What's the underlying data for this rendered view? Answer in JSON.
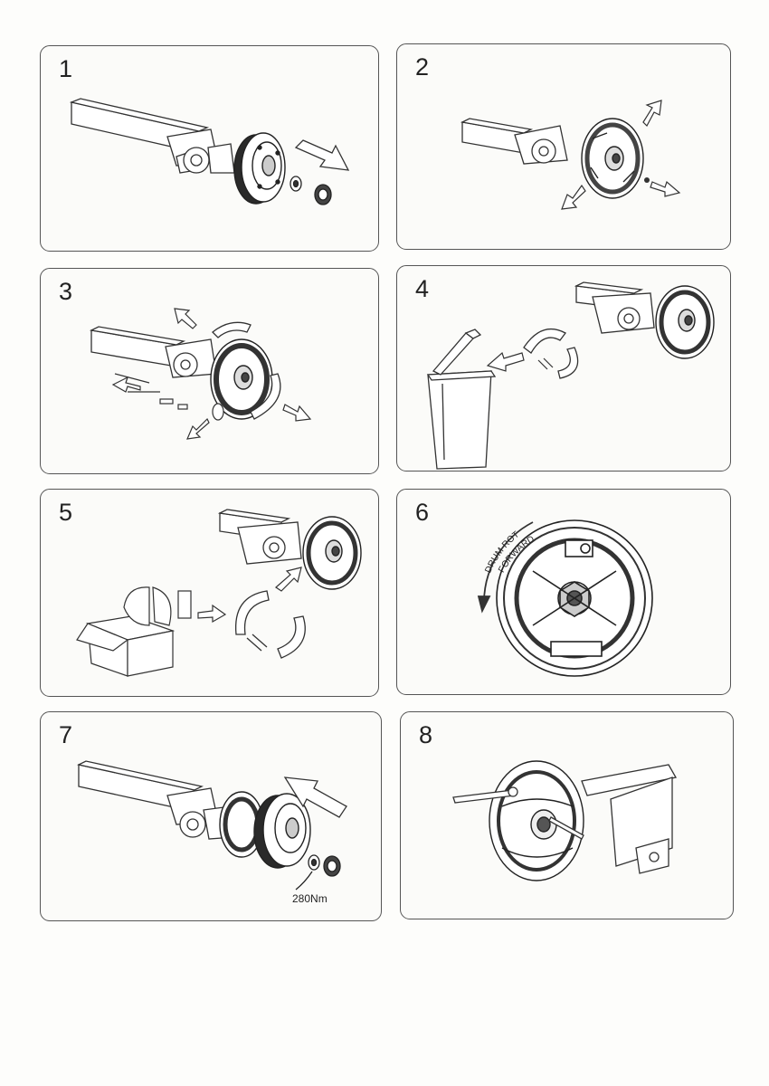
{
  "steps": [
    {
      "number": "1"
    },
    {
      "number": "2"
    },
    {
      "number": "3"
    },
    {
      "number": "4"
    },
    {
      "number": "5"
    },
    {
      "number": "6",
      "rotation_label_1": "DRUM ROT",
      "rotation_label_2": "FORWARD"
    },
    {
      "number": "7",
      "torque_label": "280Nm"
    },
    {
      "number": "8"
    }
  ]
}
